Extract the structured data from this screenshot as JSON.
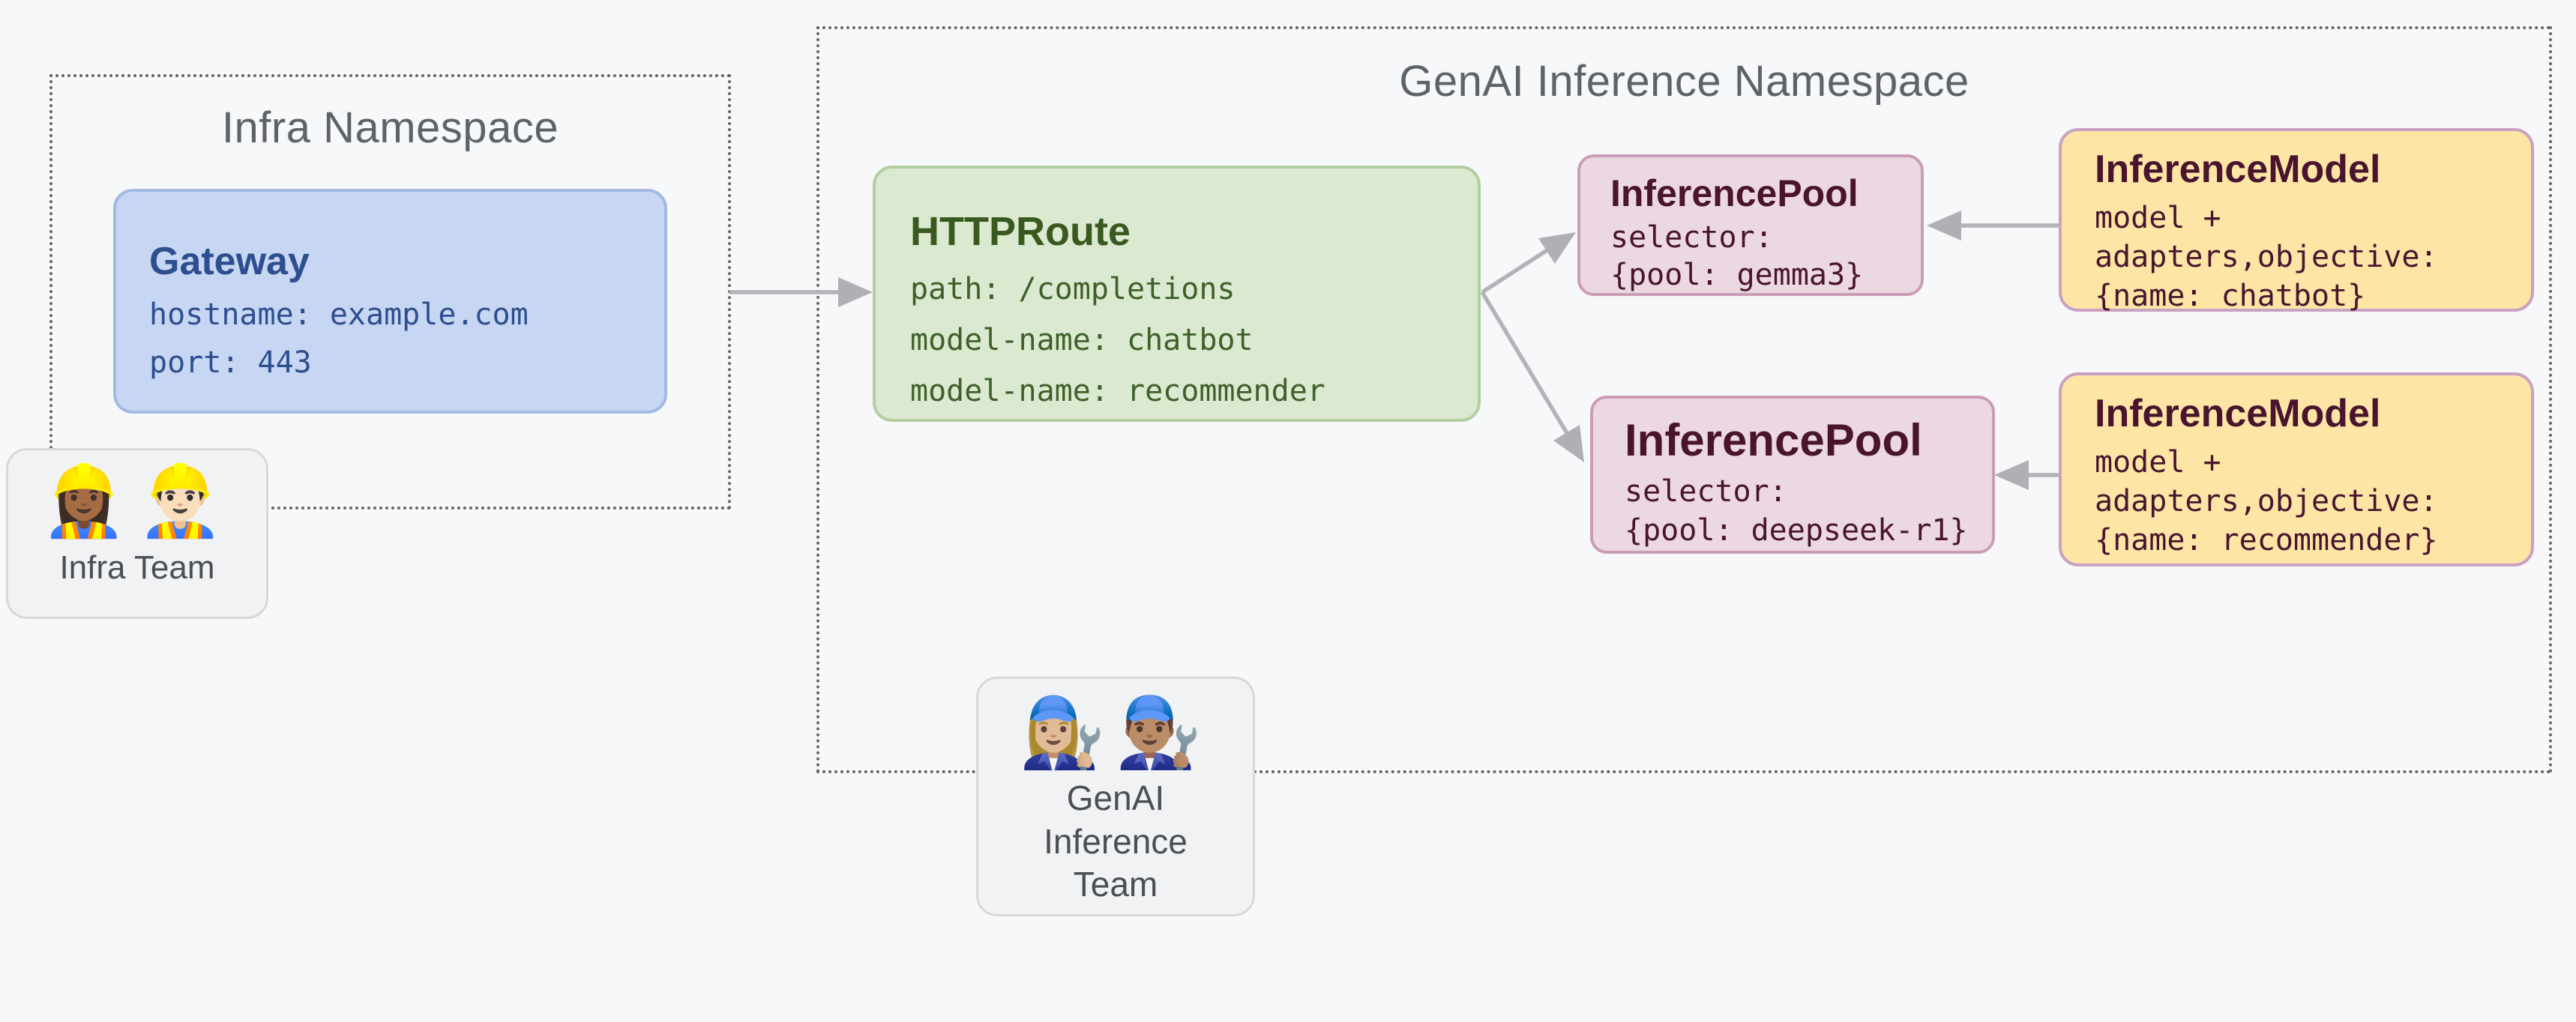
{
  "page": {
    "background_color": "#f7f8fa",
    "arrow_color": "#b1b3b6",
    "dotted_border_color": "#646464"
  },
  "namespaces": {
    "infra": {
      "title": "Infra Namespace"
    },
    "genai": {
      "title": "GenAI Inference Namespace"
    }
  },
  "nodes": {
    "gateway": {
      "title": "Gateway",
      "lines": [
        "hostname: example.com",
        "port: 443"
      ],
      "fill": "#c7d7f3",
      "border": "#a3b9e4",
      "text_color": "#2d4e8f"
    },
    "httproute": {
      "title": "HTTPRoute",
      "lines": [
        "path: /completions",
        "model-name: chatbot",
        "model-name: recommender"
      ],
      "fill": "#dbe9d1",
      "border": "#b3cfa0",
      "text_color": "#39591e"
    },
    "pool_gemma": {
      "title": "InferencePool",
      "lines": [
        "selector:",
        "{pool: gemma3}"
      ],
      "fill": "#ebd8e2",
      "border": "#cb9cb7",
      "text_color": "#4a142f"
    },
    "pool_deepseek": {
      "title": "InferencePool",
      "lines": [
        "selector:",
        "{pool: deepseek-r1}"
      ],
      "fill": "#ebd8e2",
      "border": "#cb9cb7",
      "text_color": "#4a142f"
    },
    "model_chatbot": {
      "title": "InferenceModel",
      "lines": [
        "model +",
        "adapters,objective:",
        "{name: chatbot}"
      ],
      "fill": "#fce5a5",
      "border": "#c9a2c2",
      "text_color": "#4a142f"
    },
    "model_recommender": {
      "title": "InferenceModel",
      "lines": [
        "model +",
        "adapters,objective:",
        "{name: recommender}"
      ],
      "fill": "#fce5a5",
      "border": "#c9a2c2",
      "text_color": "#4a142f"
    }
  },
  "teams": {
    "infra": {
      "emoji_left": "👷🏾‍♀️",
      "emoji_right": "👷🏻‍♂️",
      "label": "Infra Team"
    },
    "genai": {
      "emoji_left": "👩🏼‍🔧",
      "emoji_right": "👨🏽‍🔧",
      "label": "GenAI Inference Team"
    }
  },
  "connections": [
    {
      "from": "gateway",
      "to": "httproute"
    },
    {
      "from": "httproute",
      "to": "pool_gemma"
    },
    {
      "from": "httproute",
      "to": "pool_deepseek"
    },
    {
      "from": "model_chatbot",
      "to": "pool_gemma"
    },
    {
      "from": "model_recommender",
      "to": "pool_deepseek"
    }
  ]
}
